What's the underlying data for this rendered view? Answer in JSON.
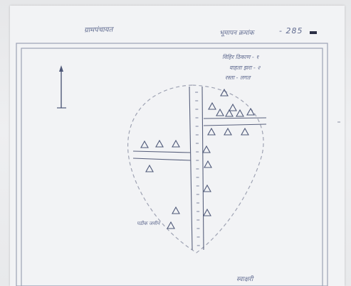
{
  "header": {
    "village_label": "ग्रामपंचायत",
    "survey_label": "भूमापन क्रमांक",
    "survey_number": "- 285"
  },
  "legend": {
    "line_1": "विहिर ठिकाण - १",
    "line_2": "वाहता झरा - २",
    "line_3": "रस्ता - लगत"
  },
  "map": {
    "north_symbol": "north-arrow",
    "tree_symbol": "Δ",
    "left_note": "पडीक जमीन"
  },
  "footer": {
    "signature": "स्वाक्षरी"
  }
}
